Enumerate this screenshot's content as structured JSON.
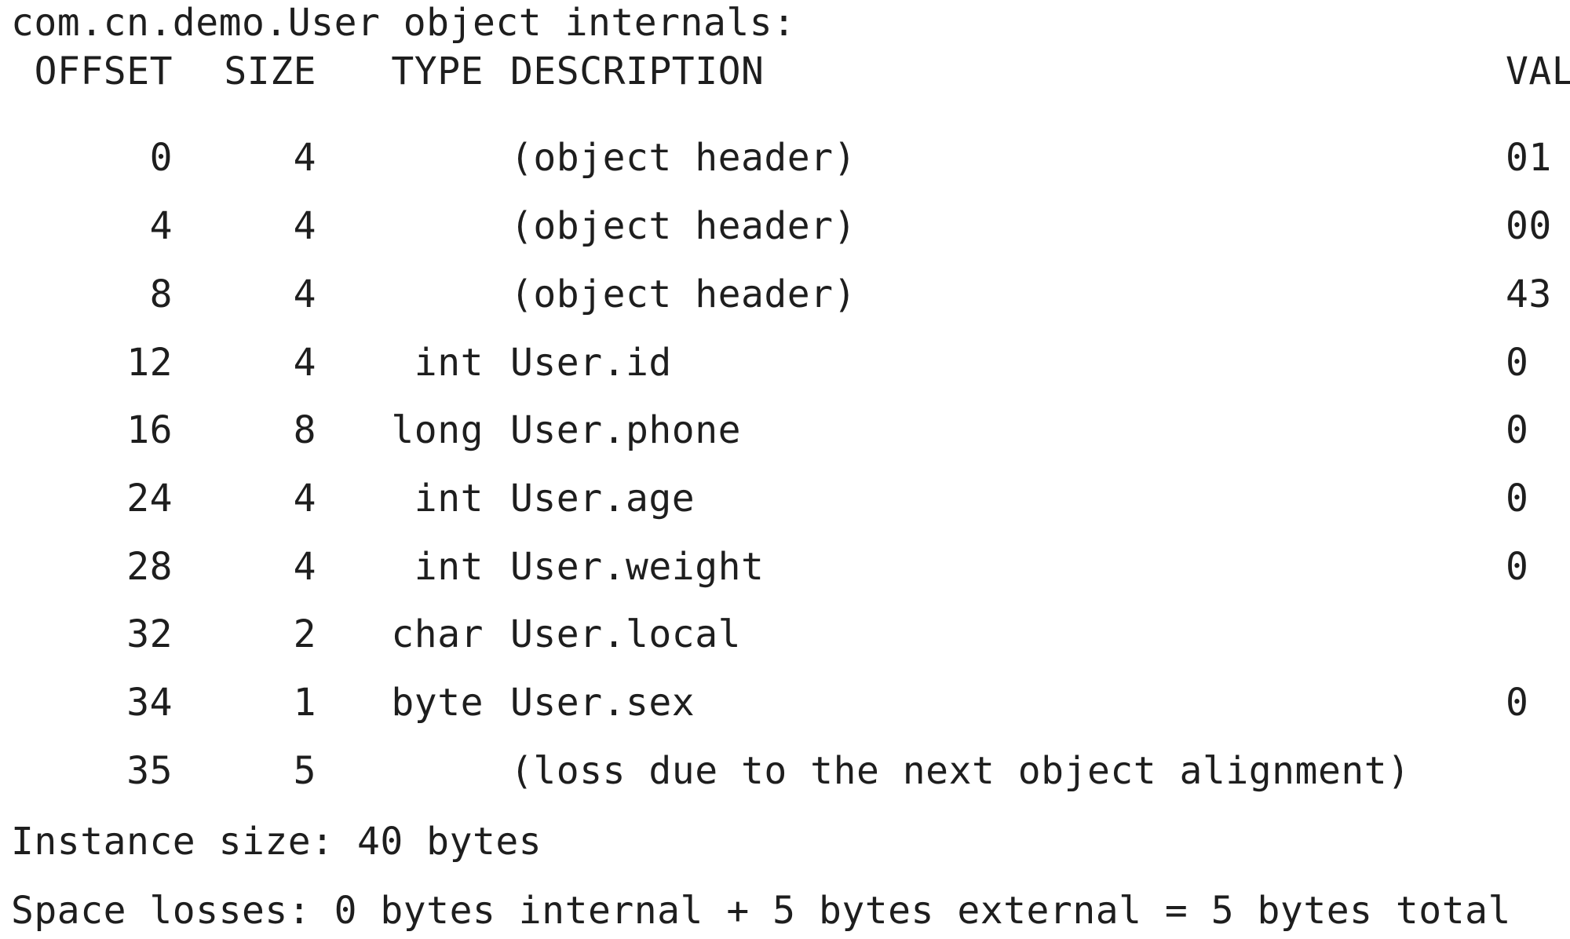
{
  "console": {
    "title_line": "com.cn.demo.User object internals:",
    "headers": {
      "offset": "OFFSET",
      "size": "SIZE",
      "type": "TYPE",
      "description": "DESCRIPTION",
      "value": "VAL"
    },
    "rows": [
      {
        "offset": "0",
        "size": "4",
        "type": "",
        "description": "(object header)",
        "value": "01"
      },
      {
        "offset": "4",
        "size": "4",
        "type": "",
        "description": "(object header)",
        "value": "00"
      },
      {
        "offset": "8",
        "size": "4",
        "type": "",
        "description": "(object header)",
        "value": "43"
      },
      {
        "offset": "12",
        "size": "4",
        "type": "int",
        "description": "User.id",
        "value": "0"
      },
      {
        "offset": "16",
        "size": "8",
        "type": "long",
        "description": "User.phone",
        "value": "0"
      },
      {
        "offset": "24",
        "size": "4",
        "type": "int",
        "description": "User.age",
        "value": "0"
      },
      {
        "offset": "28",
        "size": "4",
        "type": "int",
        "description": "User.weight",
        "value": "0"
      },
      {
        "offset": "32",
        "size": "2",
        "type": "char",
        "description": "User.local",
        "value": ""
      },
      {
        "offset": "34",
        "size": "1",
        "type": "byte",
        "description": "User.sex",
        "value": "0"
      },
      {
        "offset": "35",
        "size": "5",
        "type": "",
        "description": "(loss due to the next object alignment)",
        "value": ""
      }
    ],
    "instance_size": "Instance size: 40 bytes",
    "space_losses": "Space losses: 0 bytes internal + 5 bytes external = 5 bytes total"
  }
}
